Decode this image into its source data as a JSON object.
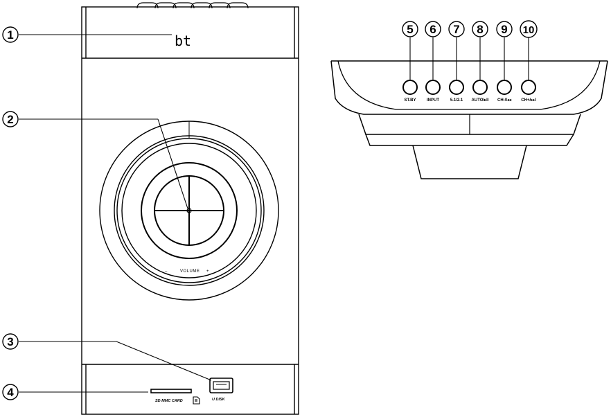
{
  "front_panel": {
    "display_text": "bt",
    "volume_minus": "–",
    "volume_label": "VOLUME",
    "volume_plus": "+",
    "sd_label": "SD MMC CARD",
    "usb_label": "U DISK"
  },
  "callouts": [
    "1",
    "2",
    "3",
    "4",
    "5",
    "6",
    "7",
    "8",
    "9",
    "10"
  ],
  "top_panel": {
    "buttons": [
      {
        "label": "ST.BY"
      },
      {
        "label": "INPUT"
      },
      {
        "label": "5.1/2.1"
      },
      {
        "label": "AUTO/▸II"
      },
      {
        "label": "CH-/I◂◂"
      },
      {
        "label": "CH+/▸▸I"
      }
    ]
  }
}
